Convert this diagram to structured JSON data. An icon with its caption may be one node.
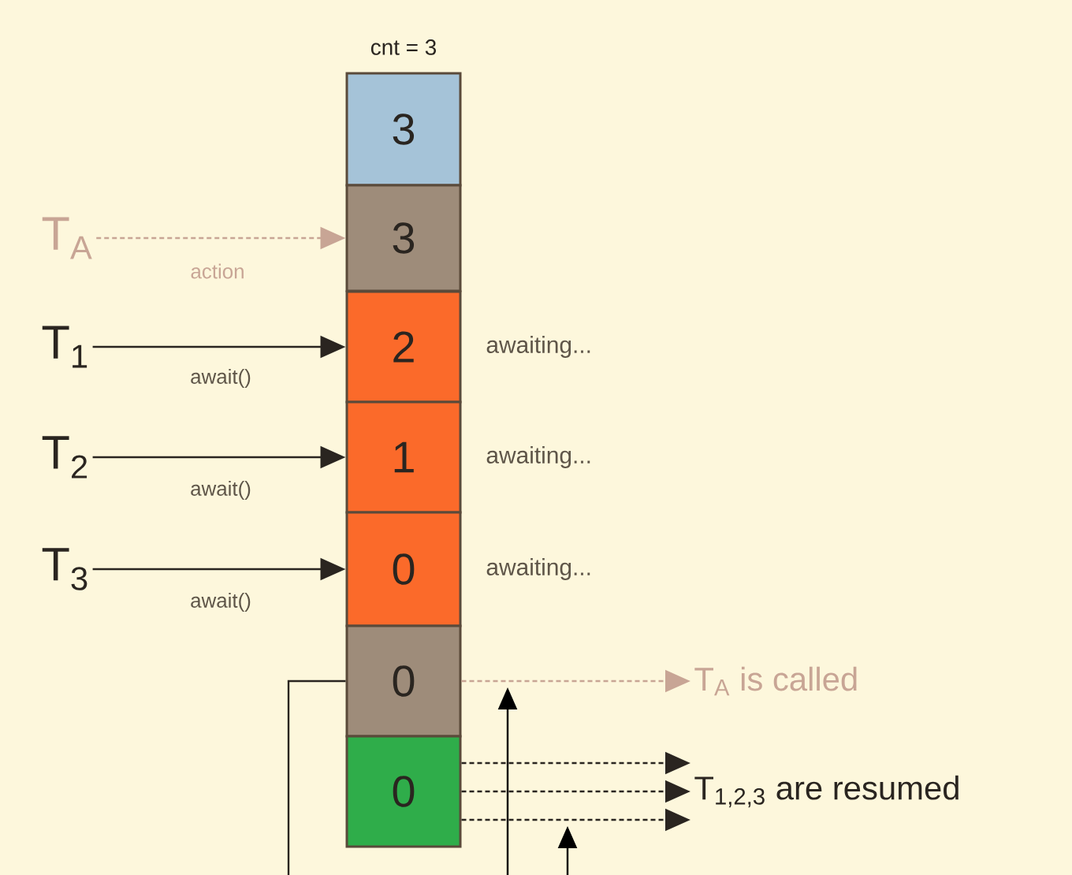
{
  "diagram": {
    "nodes": [
      {
        "text": [
          "3"
        ],
        "beside": [
          "cnt = 3"
        ]
      },
      {
        "text": [
          "3"
        ]
      },
      {
        "text": [
          "2"
        ],
        "beside": [
          "awaiting..."
        ]
      },
      {
        "text": [
          "1"
        ],
        "beside": [
          "awaiting..."
        ]
      },
      {
        "text": [
          "0"
        ],
        "beside": [
          "awaiting..."
        ]
      },
      {
        "text": [
          "0"
        ]
      },
      {
        "text": [
          "0"
        ]
      },
      {
        "text": [
          "T$_{A}$"
        ]
      },
      {
        "text": [
          "T$_{1}$"
        ]
      },
      {
        "text": [
          "T$_{2}$"
        ]
      },
      {
        "text": [
          "T$_{3}$"
        ]
      },
      {
        "text": [
          "T$_{A}$ is called"
        ]
      },
      {
        "text": [
          "T$_{1,2,3}$ are resumed"
        ]
      }
    ],
    "edges": [
      {
        "from": 7,
        "to": 1,
        "arrow": "to",
        "label": "action",
        "style": "dashed",
        "color": "#c8a595"
      },
      {
        "from": 8,
        "to": 2,
        "arrow": "to",
        "label": "await()"
      },
      {
        "from": 9,
        "to": 3,
        "arrow": "to",
        "label": "await()"
      },
      {
        "from": 10,
        "to": 4,
        "arrow": "to",
        "label": "await()"
      },
      {
        "from": 5,
        "to": 11,
        "arrow": "to",
        "style": "dashed",
        "color": "#c8a595"
      },
      {
        "from": 6,
        "to": 12,
        "arrow": "to",
        "style": "dashed"
      },
      {
        "from": 6,
        "to": 12,
        "arrow": "to",
        "style": "dashed"
      },
      {
        "from": 6,
        "to": 12,
        "arrow": "to",
        "style": "dashed"
      },
      {
        "from": 5,
        "to": null,
        "arrow": "none"
      }
    ]
  }
}
